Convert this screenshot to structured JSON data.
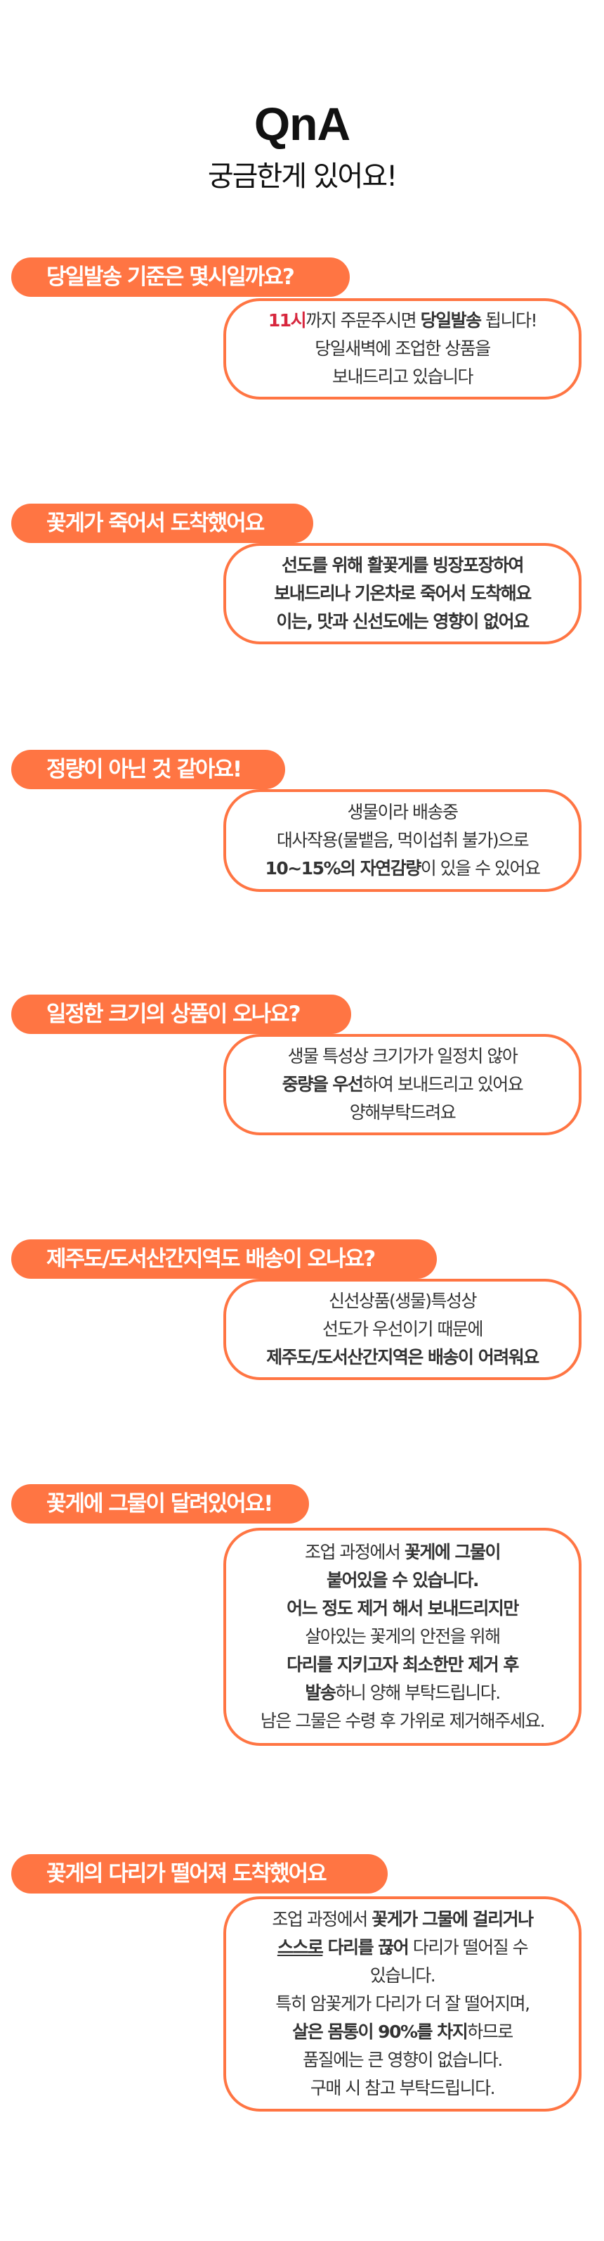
{
  "header": {
    "title": "QnA",
    "subtitle": "궁금한게 있어요!"
  },
  "colors": {
    "accent": "#FF7543",
    "highlight": "#D7263D",
    "text": "#333333"
  },
  "qna": [
    {
      "question": "당일발송 기준은 몇시일까요?",
      "answer": [
        [
          {
            "t": "11시",
            "s": "red"
          },
          {
            "t": "까지 주문주시면 "
          },
          {
            "t": "당일발송",
            "s": "b"
          },
          {
            "t": " 됩니다!"
          }
        ],
        [
          {
            "t": "당일새벽에 조업한 상품을"
          }
        ],
        [
          {
            "t": "보내드리고 있습니다"
          }
        ]
      ]
    },
    {
      "question": "꽃게가 죽어서 도착했어요",
      "answer": [
        [
          {
            "t": "선도를 위해 활꽃게를 빙장포장하여",
            "s": "b"
          }
        ],
        [
          {
            "t": "보내드리나 기온차로 죽어서 도착해요",
            "s": "b"
          }
        ],
        [
          {
            "t": "이는, 맛과 신선도에는 영향이 없어요",
            "s": "b"
          }
        ]
      ]
    },
    {
      "question": "정량이 아닌 것 같아요!",
      "answer": [
        [
          {
            "t": "생물이라 배송중"
          }
        ],
        [
          {
            "t": "대사작용(물뱉음, 먹이섭취 불가)으로"
          }
        ],
        [
          {
            "t": "10~15%의 자연감량",
            "s": "b"
          },
          {
            "t": "이 있을 수 있어요"
          }
        ]
      ]
    },
    {
      "question": "일정한 크기의 상품이 오나요?",
      "answer": [
        [
          {
            "t": "생물 특성상 크기가가 일정치 않아"
          }
        ],
        [
          {
            "t": "중량을 우선",
            "s": "b"
          },
          {
            "t": "하여 보내드리고 있어요"
          }
        ],
        [
          {
            "t": "양해부탁드려요"
          }
        ]
      ]
    },
    {
      "question": "제주도/도서산간지역도 배송이 오나요?",
      "answer": [
        [
          {
            "t": "신선상품(생물)특성상"
          }
        ],
        [
          {
            "t": "선도가 우선이기 때문에"
          }
        ],
        [
          {
            "t": "제주도/도서산간지역은 배송이 어려워요",
            "s": "b"
          }
        ]
      ]
    },
    {
      "question": "꽃게에 그물이 달려있어요!",
      "answer": [
        [
          {
            "t": "조업 과정에서 "
          },
          {
            "t": "꽃게에 그물이",
            "s": "b"
          }
        ],
        [
          {
            "t": "붙어있을 수 있습니다.",
            "s": "b"
          }
        ],
        [
          {
            "t": "어느 정도 제거 해서 보내드리지만",
            "s": "b"
          }
        ],
        [
          {
            "t": "살아있는 꽃게의 안전을 위해"
          }
        ],
        [
          {
            "t": "다리를 지키고자 최소한만 제거 후",
            "s": "b"
          }
        ],
        [
          {
            "t": "발송",
            "s": "b"
          },
          {
            "t": "하니 양해 부탁드립니다."
          }
        ],
        [
          {
            "t": "남은 그물은 수령 후 가위로 제거해주세요."
          }
        ]
      ]
    },
    {
      "question": "꽃게의 다리가 떨어져 도착했어요",
      "answer": [
        [
          {
            "t": "조업 과정에서 "
          },
          {
            "t": "꽃게가 그물에 걸리거나",
            "s": "b"
          }
        ],
        [
          {
            "t": "스스로",
            "s": "b u"
          },
          {
            "t": " 다리를 끊어",
            "s": "b"
          },
          {
            "t": " 다리가 떨어질 수"
          }
        ],
        [
          {
            "t": "있습니다."
          }
        ],
        [
          {
            "t": "특히 암꽃게가 다리가 더 잘 떨어지며,"
          }
        ],
        [
          {
            "t": "살은 몸통이 90%를 차지",
            "s": "b"
          },
          {
            "t": "하므로"
          }
        ],
        [
          {
            "t": "품질에는 큰 영향이 없습니다."
          }
        ],
        [
          {
            "t": "구매 시 참고 부탁드립니다."
          }
        ]
      ]
    }
  ]
}
